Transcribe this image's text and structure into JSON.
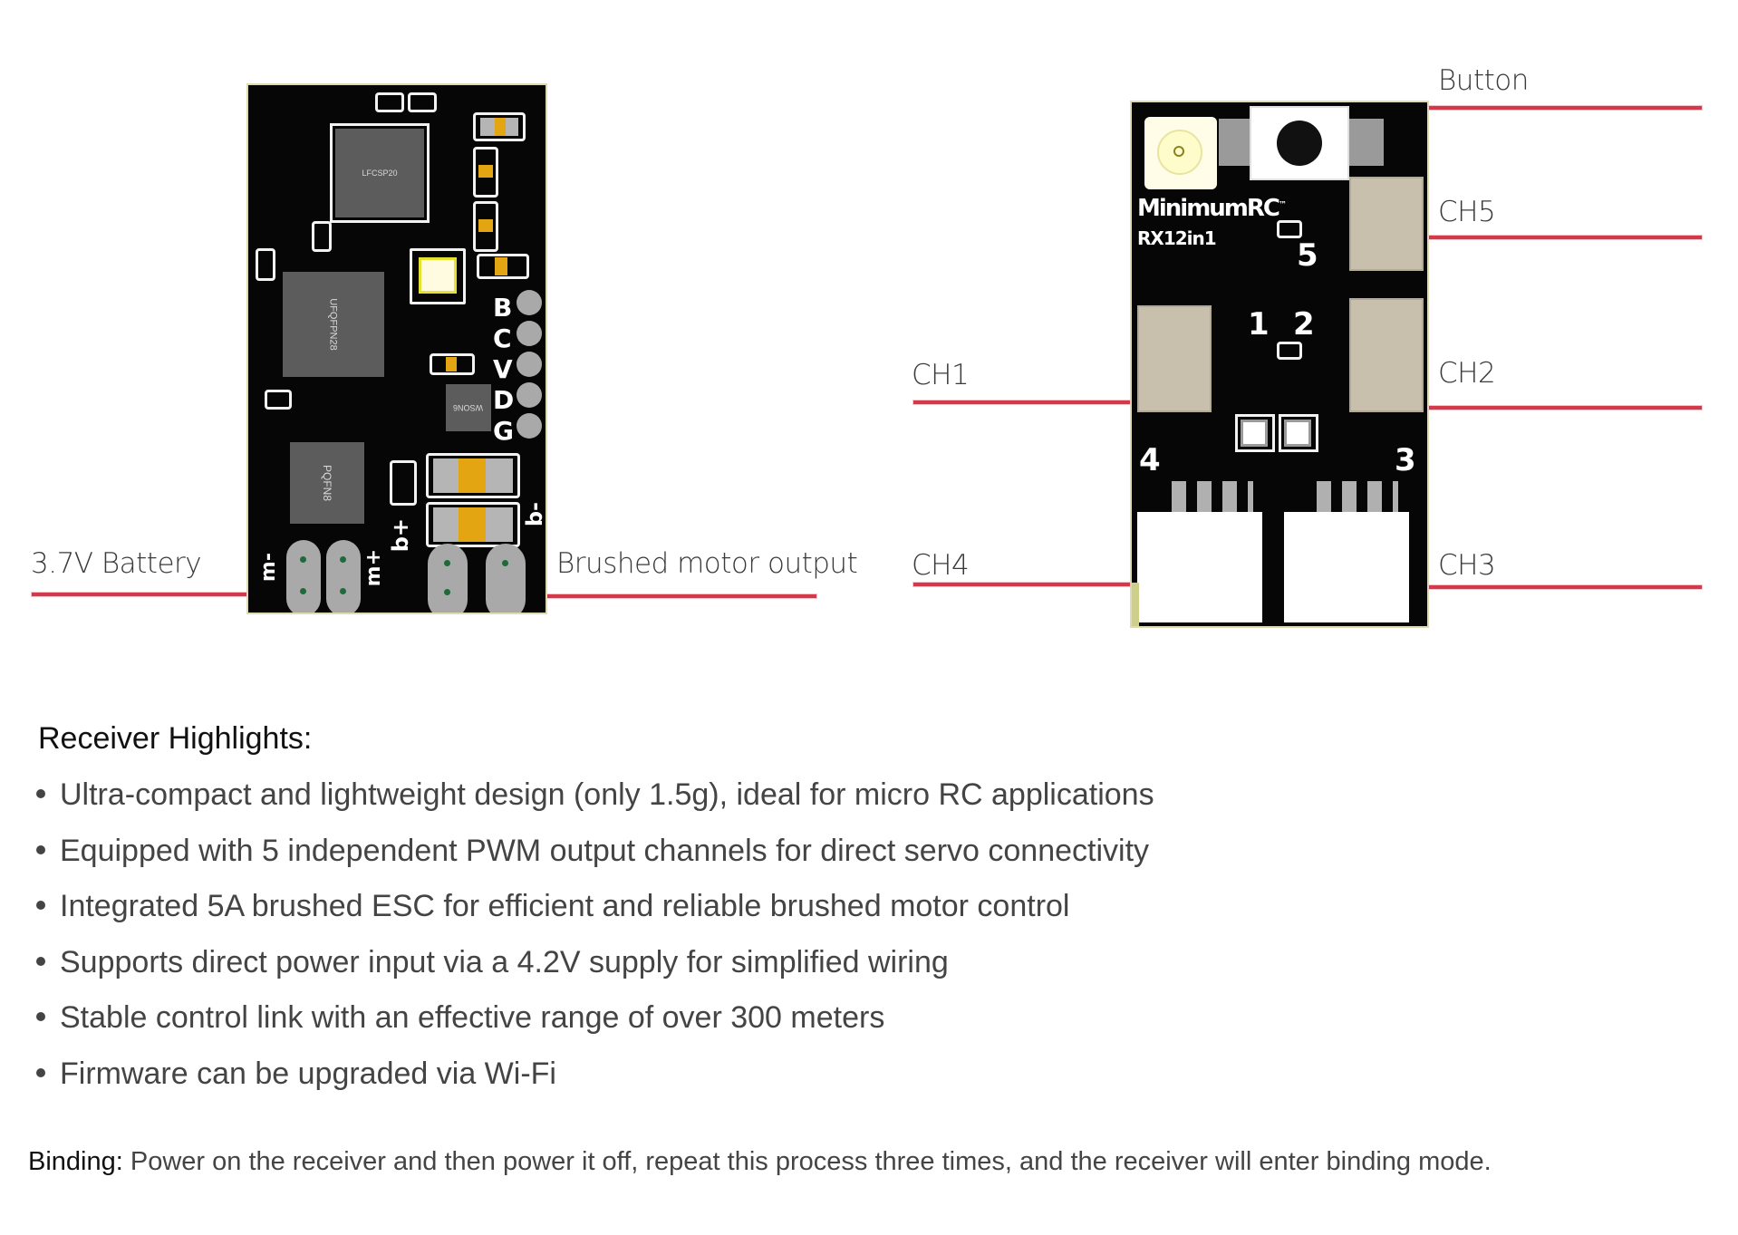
{
  "left_board": {
    "chips": [
      "LFCSP20",
      "UFQFPN28",
      "PQFN8",
      "WSON6"
    ],
    "pin_labels": [
      "B",
      "C",
      "V",
      "D",
      "G"
    ],
    "polarity_labels": {
      "battery_minus": "m-",
      "battery_plus": "m+",
      "motor_plus": "b+",
      "motor_minus": "b-"
    },
    "callouts": {
      "battery": "3.7V Battery",
      "motor": "Brushed motor output"
    }
  },
  "right_board": {
    "brand": "MinimumRC",
    "trademark": "™",
    "model": "RX12in1",
    "channel_numbers": [
      "1",
      "2",
      "3",
      "4",
      "5"
    ],
    "callouts": {
      "button": "Button",
      "ch5": "CH5",
      "ch2": "CH2",
      "ch3": "CH3",
      "ch1": "CH1",
      "ch4": "CH4"
    }
  },
  "highlights": {
    "title": "Receiver Highlights:",
    "items": [
      "Ultra-compact and lightweight design (only 1.5g), ideal for micro RC applications",
      "Equipped with 5 independent PWM output channels for direct servo connectivity",
      "Integrated 5A brushed ESC for efficient and reliable brushed motor control",
      "Supports direct power input via a 4.2V supply for simplified wiring",
      "Stable control link with an effective range of over 300 meters",
      "Firmware can be upgraded via Wi-Fi"
    ]
  },
  "binding": {
    "label": "Binding:",
    "text": " Power on the receiver and then power it off, repeat this process three times, and the receiver will enter binding mode."
  },
  "colors": {
    "callout_line": "#d23a4c",
    "pcb": "#060606",
    "heading": "#111111",
    "body_text": "#444444"
  }
}
